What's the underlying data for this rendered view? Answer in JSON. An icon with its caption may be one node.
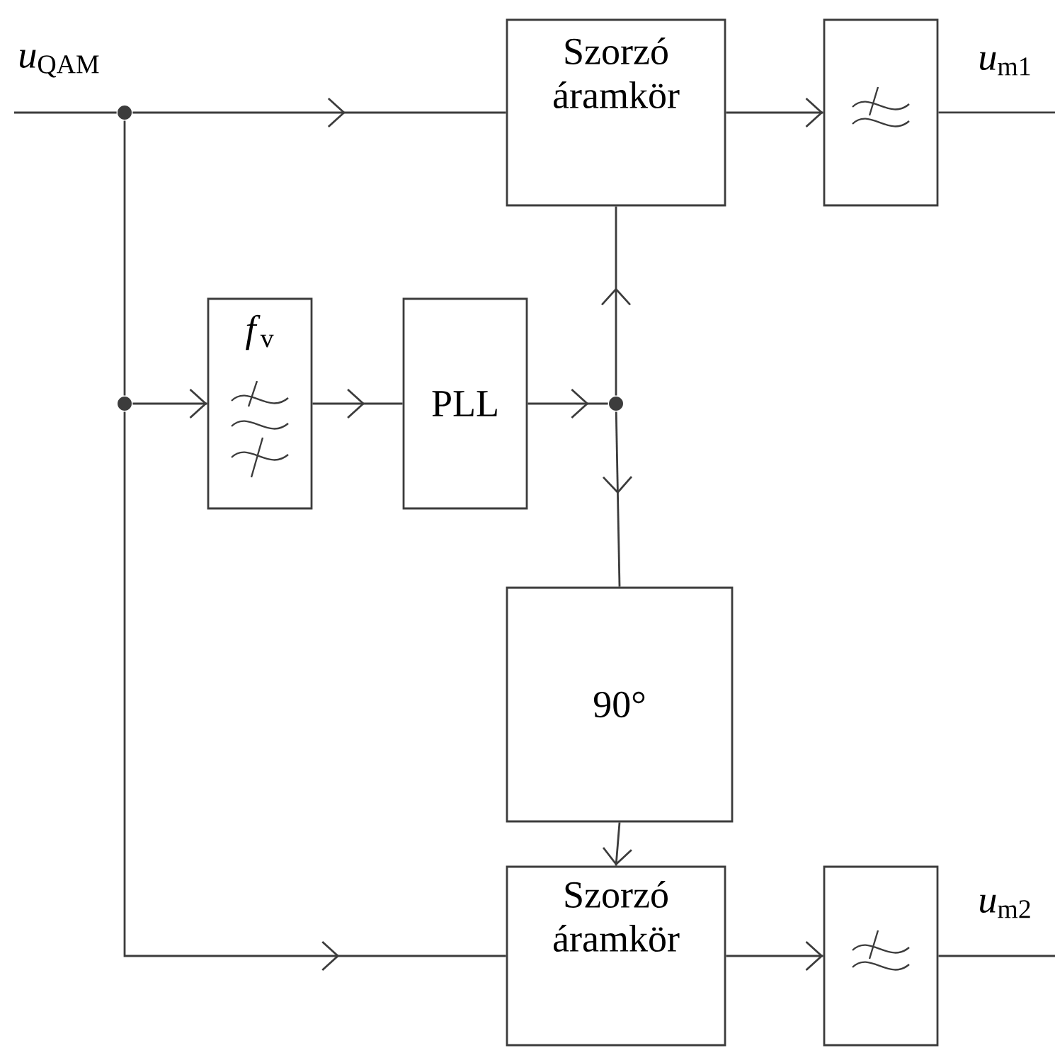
{
  "diagram": {
    "nodes": [
      {
        "text": [
          "Szorzó áramkör"
        ]
      },
      {
        "text": [],
        "shape": "box"
      },
      {
        "text": [
          "*f*$_{v}$"
        ]
      },
      {
        "text": [
          "PLL"
        ]
      },
      {
        "text": [
          "90°"
        ]
      },
      {
        "text": [
          "Szorzó áramkör"
        ]
      },
      {
        "text": [],
        "shape": "box"
      },
      {
        "text": [],
        "shape": "circle"
      },
      {
        "text": [],
        "shape": "circle"
      },
      {
        "text": [],
        "shape": "circle"
      }
    ],
    "edges": [
      {
        "from": null,
        "to": 7,
        "arrow": "none"
      },
      {
        "from": 7,
        "to": 0,
        "arrow": "to"
      },
      {
        "from": 7,
        "to": 8,
        "arrow": "none"
      },
      {
        "from": 8,
        "to": 2,
        "arrow": "to"
      },
      {
        "from": 8,
        "to": 5,
        "arrow": "to"
      },
      {
        "from": 2,
        "to": 3,
        "arrow": "to"
      },
      {
        "from": 3,
        "to": 9,
        "arrow": "to"
      },
      {
        "from": 9,
        "to": 0,
        "arrow": "to"
      },
      {
        "from": 9,
        "to": 4,
        "arrow": "to"
      },
      {
        "from": 4,
        "to": 5,
        "arrow": "to"
      },
      {
        "from": 0,
        "to": 1,
        "arrow": "to"
      },
      {
        "from": 5,
        "to": 6,
        "arrow": "to"
      },
      {
        "from": 1,
        "to": null,
        "arrow": "none"
      },
      {
        "from": 6,
        "to": null,
        "arrow": "none"
      }
    ],
    "labels": [
      "*u*$_{QAM}$",
      "*u*$_{m1}$",
      "*u*$_{m2}$"
    ]
  }
}
